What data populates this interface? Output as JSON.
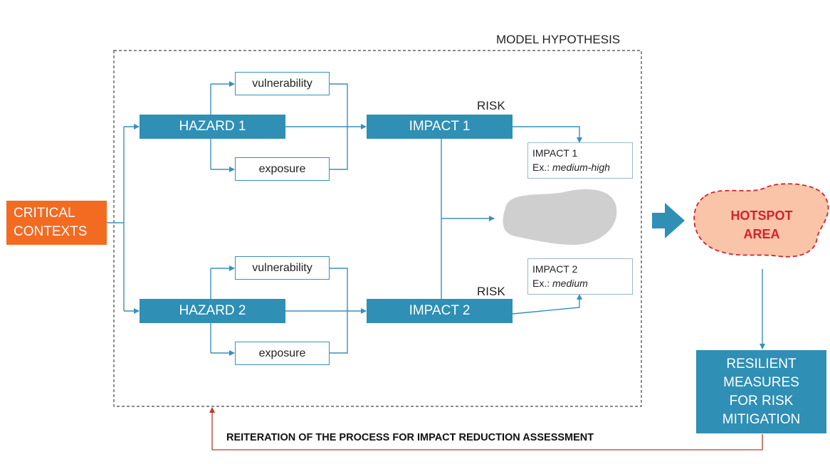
{
  "frame_title": "MODEL HYPOTHESIS",
  "critical_contexts": [
    "CRITICAL",
    "CONTEXTS"
  ],
  "hazard1": "HAZARD 1",
  "hazard2": "HAZARD 2",
  "vulnerability": "vulnerability",
  "exposure": "exposure",
  "impact1": "IMPACT 1",
  "impact2": "IMPACT 2",
  "risk": "RISK",
  "impact1_result": {
    "title": "IMPACT 1",
    "prefix": "Ex.: ",
    "level": "medium-high"
  },
  "impact2_result": {
    "title": "IMPACT 2",
    "prefix": "Ex.: ",
    "level": "medium"
  },
  "hotspot": [
    "HOTSPOT",
    "AREA"
  ],
  "measures": [
    "RESILIENT",
    "MEASURES",
    "FOR RISK",
    "MITIGATION"
  ],
  "reiteration": "REITERATION OF THE PROCESS FOR IMPACT REDUCTION ASSESSMENT",
  "colors": {
    "blue": "#2f8fb5",
    "orange": "#f26b21",
    "hotspot_fill": "#f9c4a8",
    "hotspot_border": "#d2232a",
    "feedback": "#c0392b"
  }
}
